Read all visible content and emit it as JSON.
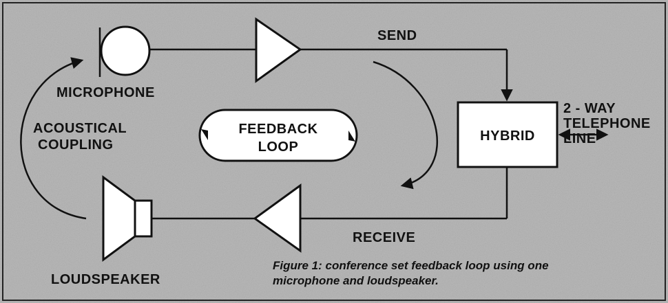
{
  "labels": {
    "send": "SEND",
    "receive": "RECEIVE",
    "microphone": "MICROPHONE",
    "loudspeaker": "LOUDSPEAKER",
    "acoustical_line1": "ACOUSTICAL",
    "acoustical_line2": "COUPLING",
    "feedback_line1": "FEEDBACK",
    "feedback_line2": "LOOP",
    "hybrid": "HYBRID",
    "telephone_line1": "2 - WAY",
    "telephone_line2": "TELEPHONE",
    "telephone_line3": "LINE"
  },
  "caption": {
    "line1": "Figure 1: conference set feedback loop using one",
    "line2": "microphone and loudspeaker."
  },
  "colors": {
    "background": "#b9b9b9",
    "ink": "#111111",
    "box_fill": "#ffffff"
  }
}
